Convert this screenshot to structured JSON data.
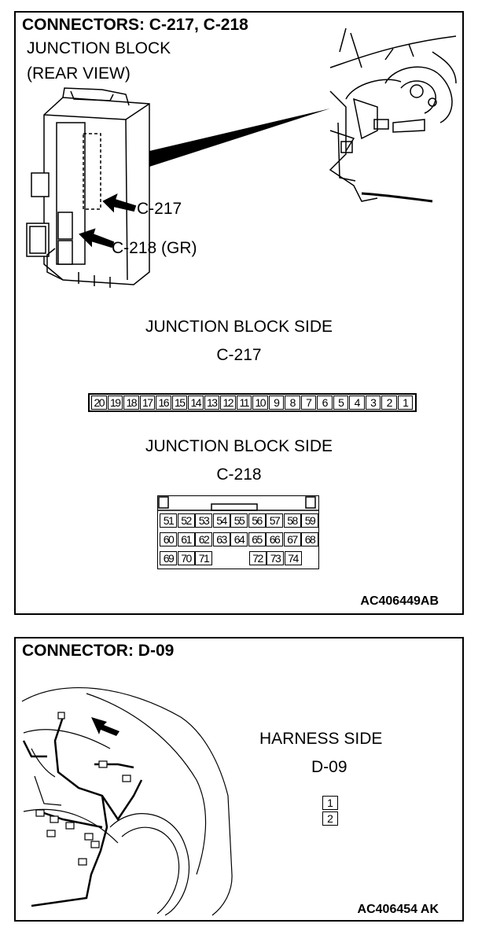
{
  "panel1": {
    "title": "CONNECTORS: C-217, C-218",
    "junction_block_label": "JUNCTION BLOCK",
    "rear_view_label": "(REAR VIEW)",
    "callout_c217": "C-217",
    "callout_c218": "C-218 (GR)",
    "c217_side_title": "JUNCTION BLOCK SIDE",
    "c217_name": "C-217",
    "c217_pins": [
      "20",
      "19",
      "18",
      "17",
      "16",
      "15",
      "14",
      "13",
      "12",
      "11",
      "10",
      "9",
      "8",
      "7",
      "6",
      "5",
      "4",
      "3",
      "2",
      "1"
    ],
    "c218_side_title": "JUNCTION BLOCK SIDE",
    "c218_name": "C-218",
    "c218_rows": [
      [
        "51",
        "52",
        "53",
        "54",
        "55",
        "56",
        "57",
        "58",
        "59"
      ],
      [
        "60",
        "61",
        "62",
        "63",
        "64",
        "65",
        "66",
        "67",
        "68"
      ],
      [
        "69",
        "70",
        "71",
        "72",
        "73",
        "74"
      ]
    ],
    "figure_code": "AC406449AB"
  },
  "panel2": {
    "title": "CONNECTOR: D-09",
    "harness_side": "HARNESS SIDE",
    "connector_name": "D-09",
    "pins": [
      "1",
      "2"
    ],
    "figure_code": "AC406454 AK"
  }
}
